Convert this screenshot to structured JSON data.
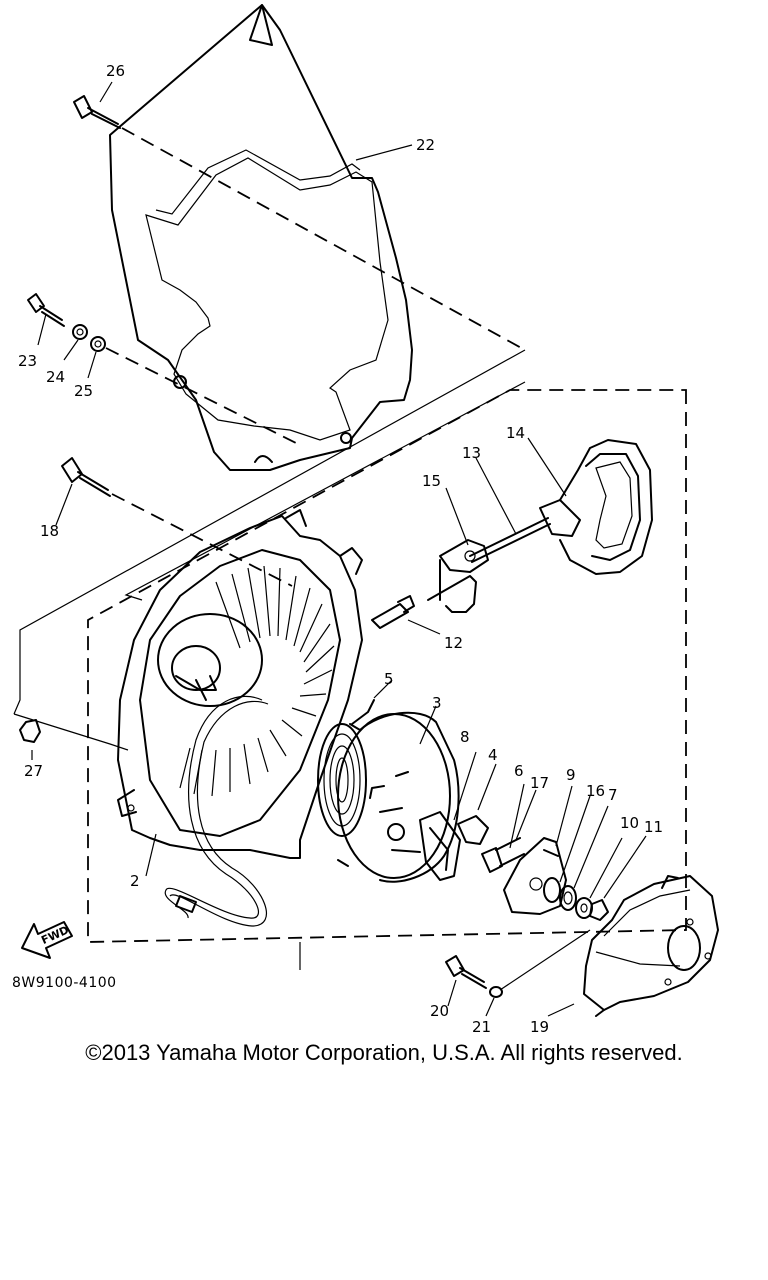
{
  "diagram": {
    "parts": [
      {
        "id": "p2",
        "number": "2"
      },
      {
        "id": "p3",
        "number": "3"
      },
      {
        "id": "p4",
        "number": "4"
      },
      {
        "id": "p5",
        "number": "5"
      },
      {
        "id": "p6",
        "number": "6"
      },
      {
        "id": "p7",
        "number": "7"
      },
      {
        "id": "p8",
        "number": "8"
      },
      {
        "id": "p9",
        "number": "9"
      },
      {
        "id": "p10",
        "number": "10"
      },
      {
        "id": "p11",
        "number": "11"
      },
      {
        "id": "p12",
        "number": "12"
      },
      {
        "id": "p13",
        "number": "13"
      },
      {
        "id": "p14",
        "number": "14"
      },
      {
        "id": "p15",
        "number": "15"
      },
      {
        "id": "p16",
        "number": "16"
      },
      {
        "id": "p17",
        "number": "17"
      },
      {
        "id": "p18",
        "number": "18"
      },
      {
        "id": "p19",
        "number": "19"
      },
      {
        "id": "p20",
        "number": "20"
      },
      {
        "id": "p21",
        "number": "21"
      },
      {
        "id": "p22",
        "number": "22"
      },
      {
        "id": "p23",
        "number": "23"
      },
      {
        "id": "p24",
        "number": "24"
      },
      {
        "id": "p25",
        "number": "25"
      },
      {
        "id": "p26",
        "number": "26"
      },
      {
        "id": "p27",
        "number": "27"
      }
    ],
    "fwd_label": "FWD",
    "diagram_code": "8W9100-4100"
  },
  "footer": {
    "copyright": "©2013 Yamaha Motor Corporation, U.S.A. All rights reserved."
  }
}
